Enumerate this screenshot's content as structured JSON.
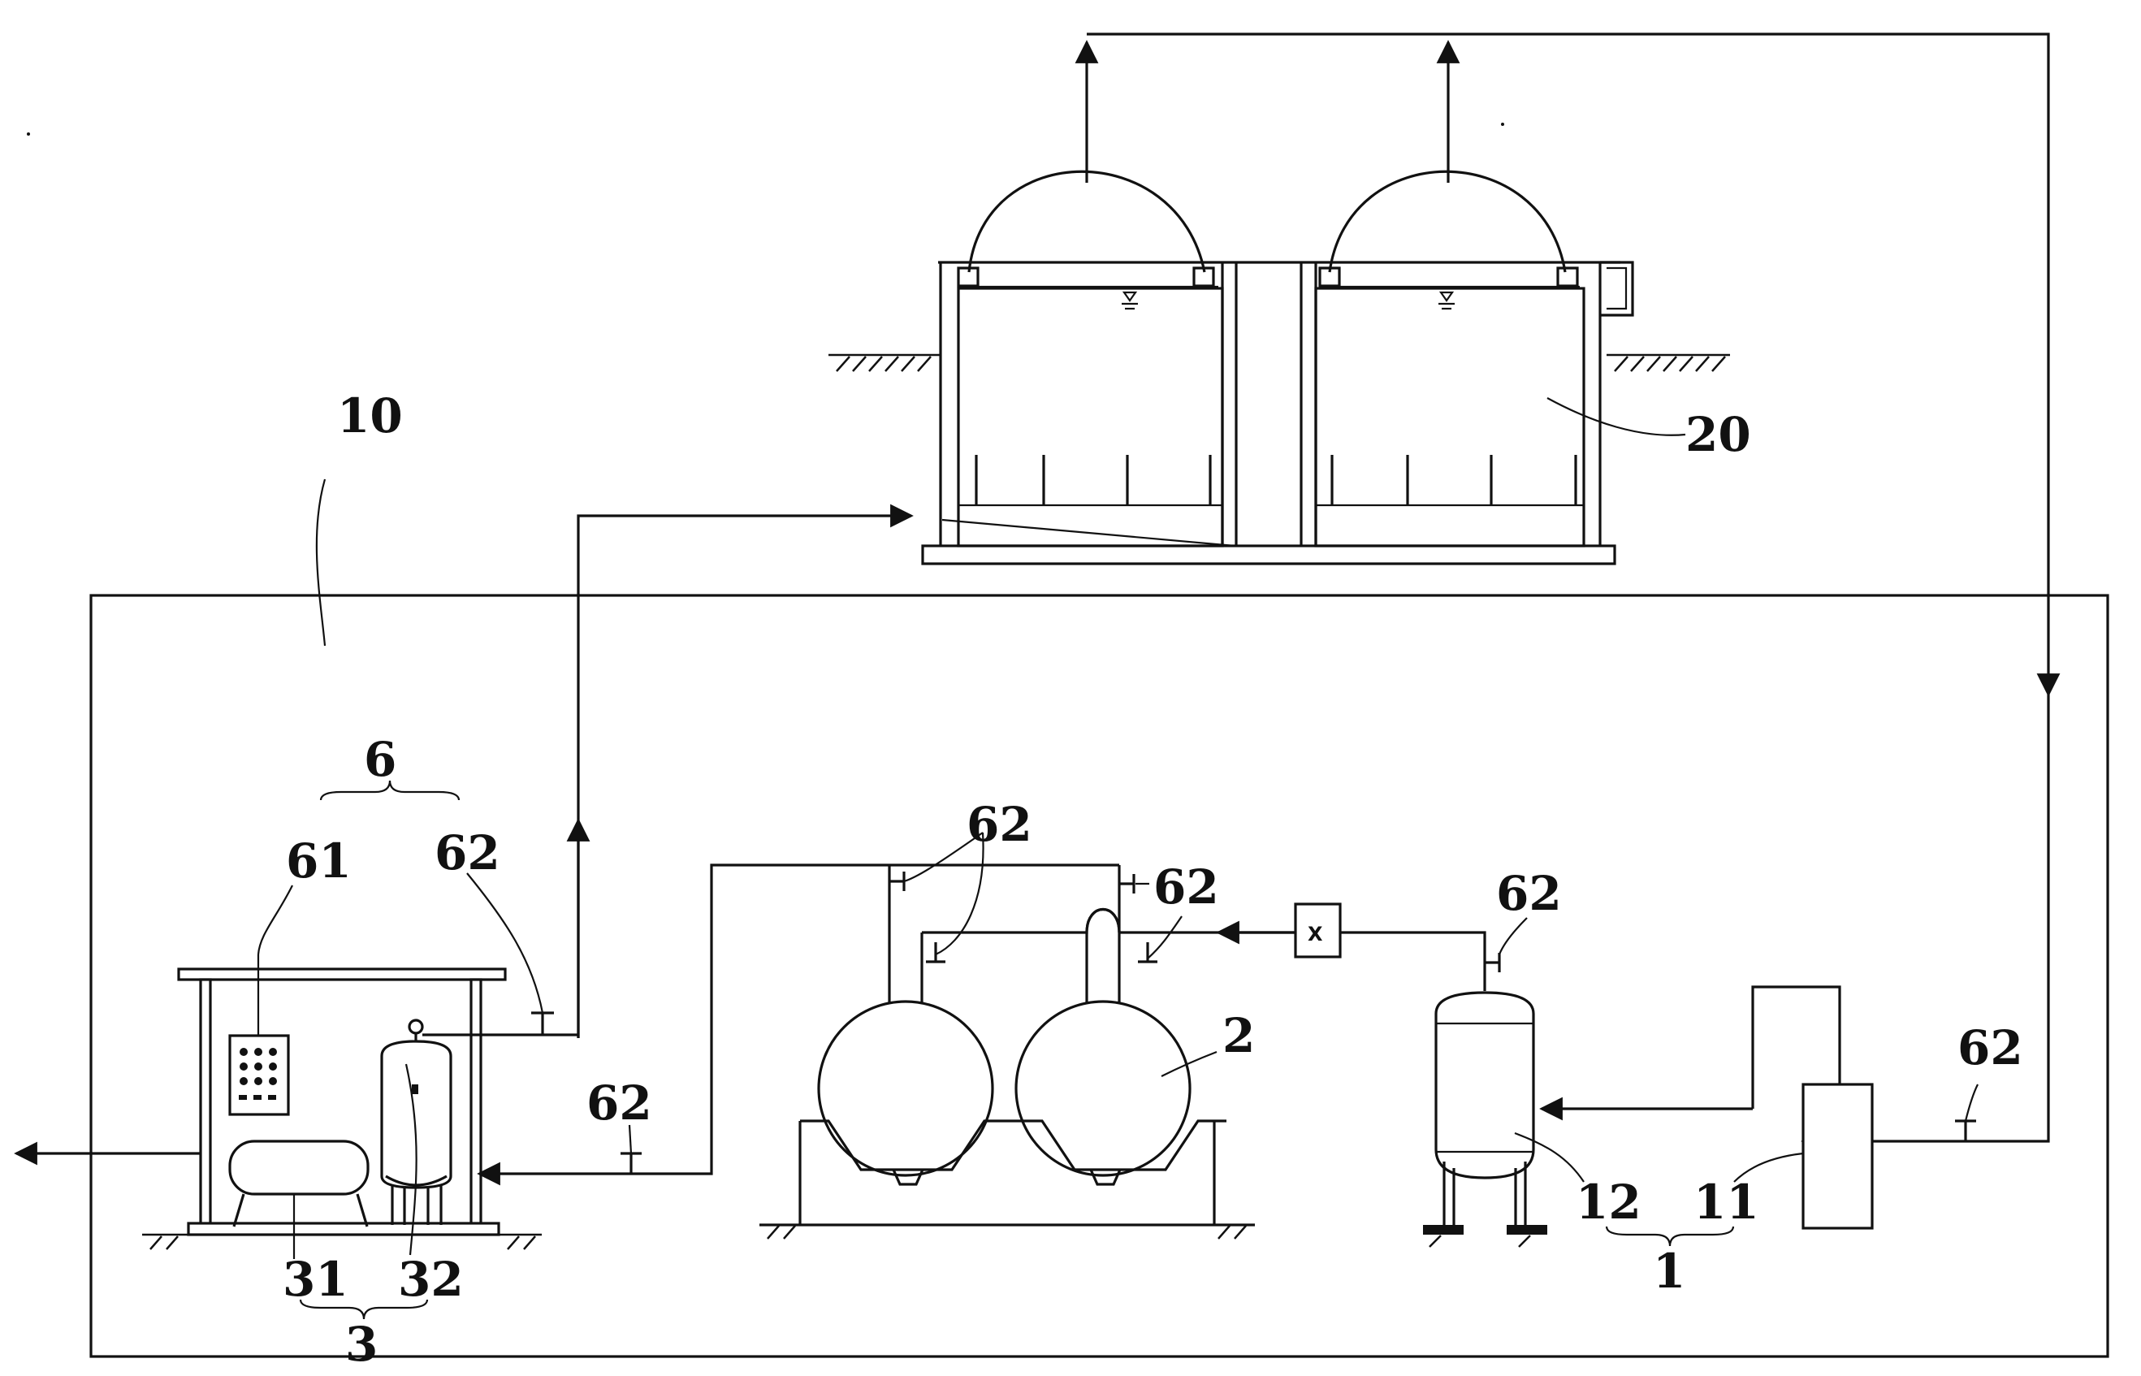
{
  "colors": {
    "line": "#111111",
    "background": "#ffffff"
  },
  "labels": {
    "system": "10",
    "digester": "20",
    "unit6": "6",
    "panel": "61",
    "valve62_a": "62",
    "valve62_b": "62",
    "valve62_c": "62",
    "valve62_d": "62",
    "valve62_e": "62",
    "valve62_f": "62",
    "tank2": "2",
    "tank12": "12",
    "box11": "11",
    "group1": "1",
    "unit31": "31",
    "unit32": "32",
    "group3": "3",
    "meter_x": "X"
  }
}
